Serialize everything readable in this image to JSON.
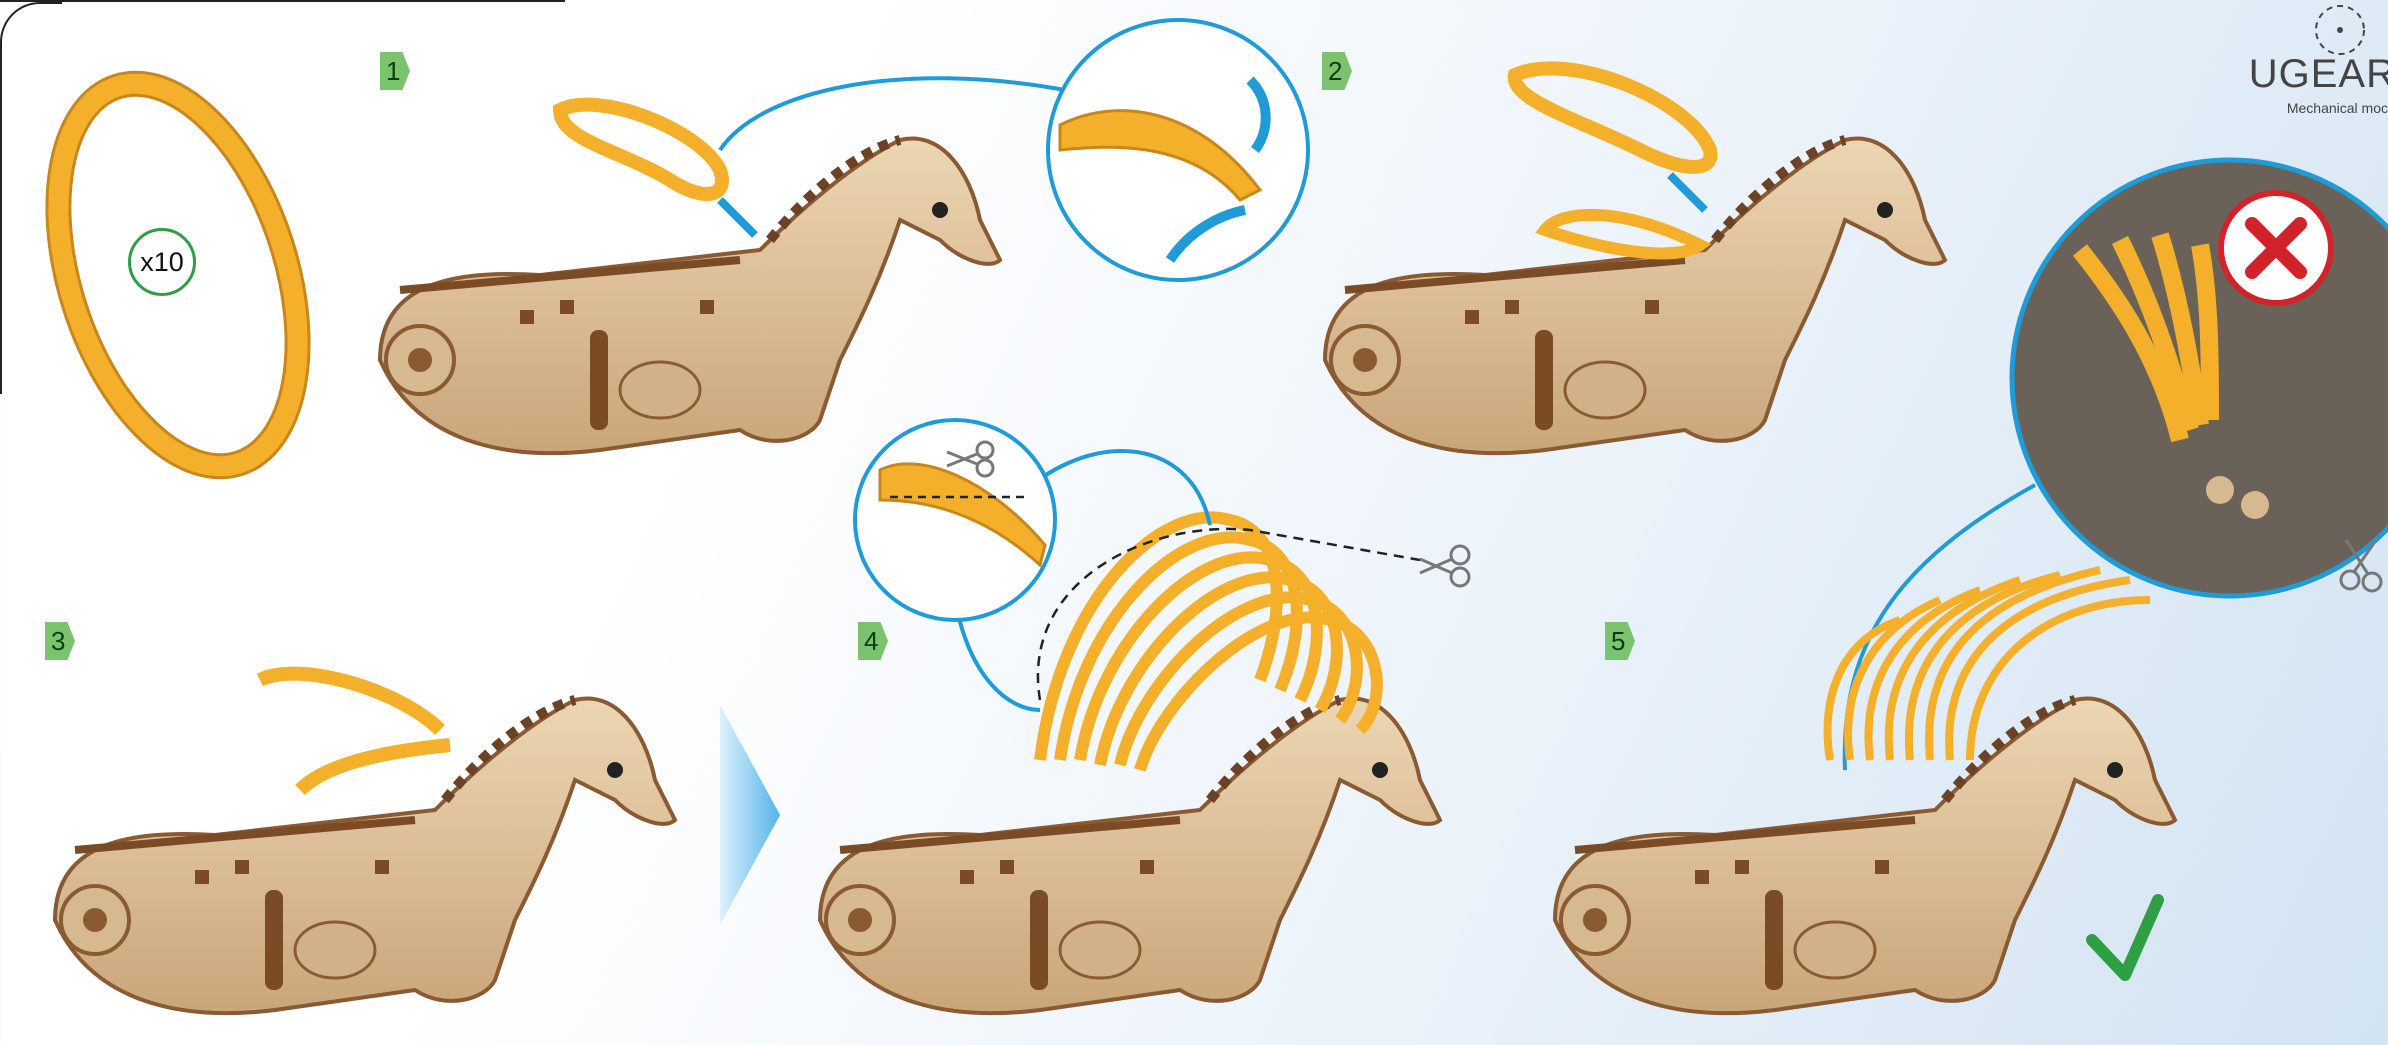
{
  "parts": {
    "count_label": "x10"
  },
  "steps": [
    "1",
    "2",
    "3",
    "4",
    "5"
  ],
  "logo": {
    "title": "UGEAR",
    "subtitle": "Mechanical moc"
  },
  "colors": {
    "band": "#f4b02a",
    "band_dark": "#c9861b",
    "accent_blue": "#1f9bd7",
    "step_green": "#7cc36e",
    "wood": "#e2c6a0",
    "wood_dark": "#8a5a32",
    "cross_red": "#d2232a",
    "check_green": "#2ea043"
  },
  "icons": [
    "rubber-band-icon",
    "scissors-icon",
    "cross-icon",
    "checkmark-icon",
    "gear-logo-icon",
    "next-arrow-icon"
  ]
}
